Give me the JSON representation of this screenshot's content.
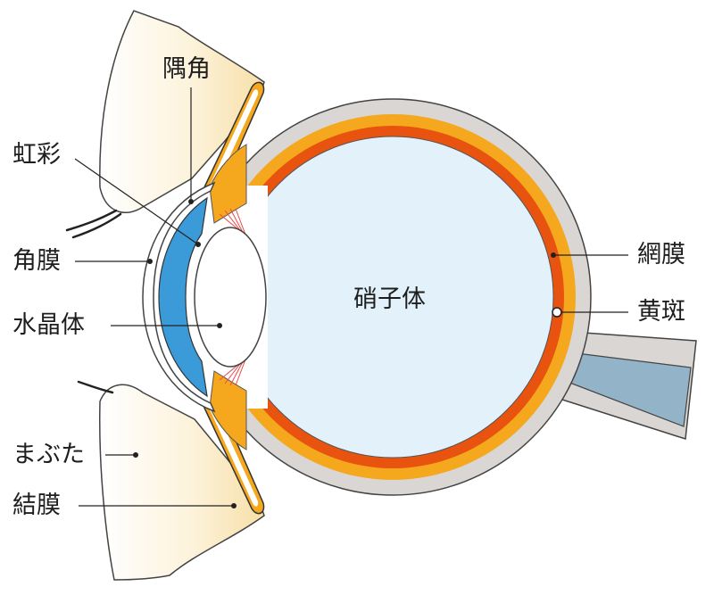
{
  "labels": {
    "angle": "隅角",
    "iris": "虹彩",
    "cornea": "角膜",
    "lens": "水晶体",
    "eyelid": "まぶた",
    "conjunctiva": "結膜",
    "vitreous": "硝子体",
    "retina": "網膜",
    "macula": "黄斑"
  },
  "colors": {
    "sclera": "#d9d6d3",
    "choroid": "#f5a81e",
    "retina": "#e8540f",
    "vitreous": "#e2f1fa",
    "iris": "#3b9ad8",
    "eyelid": "#fbefd4",
    "optic_nerve": "#93b3c8",
    "zonule": "#e94b4b"
  }
}
